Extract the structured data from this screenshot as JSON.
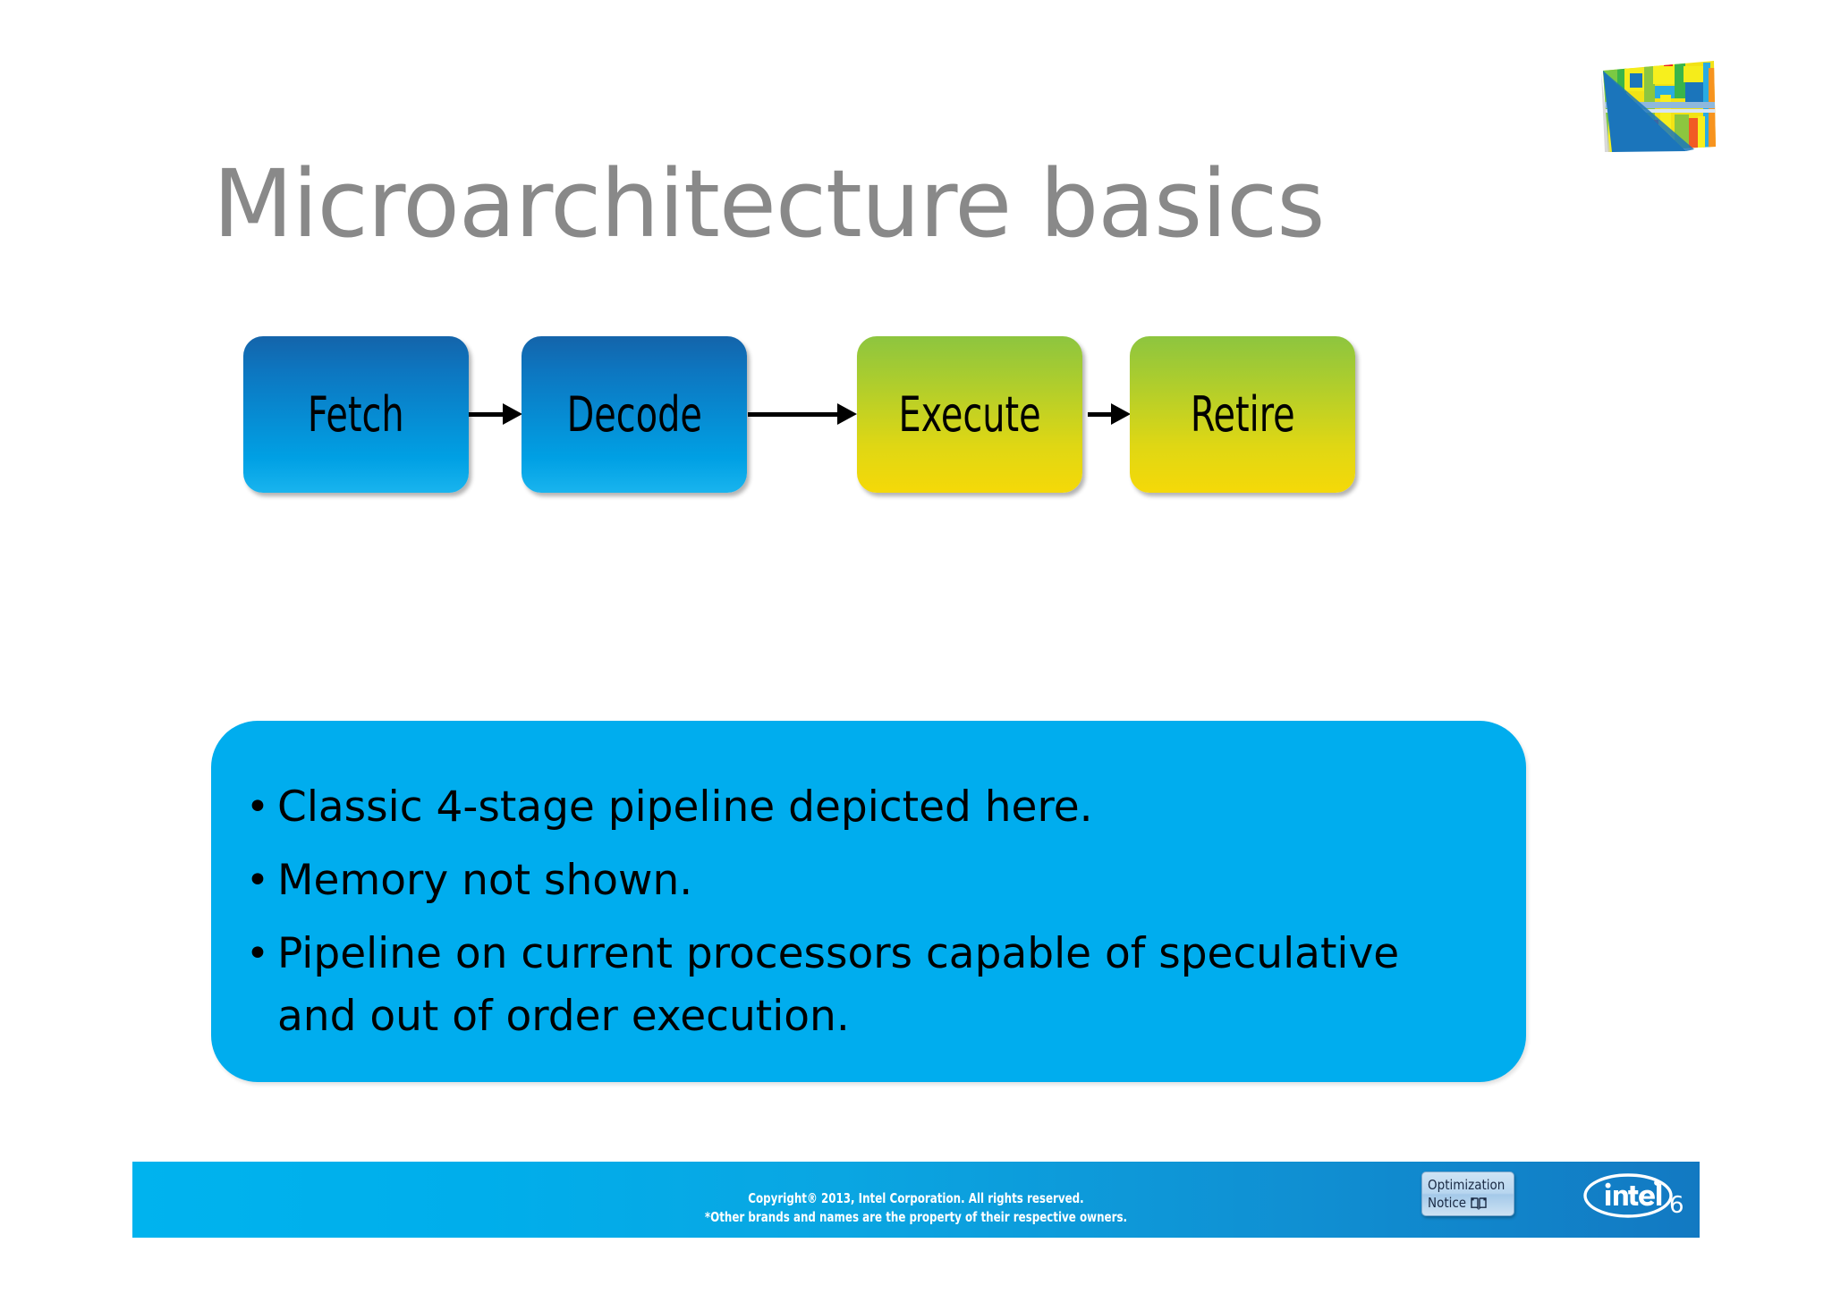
{
  "slide": {
    "title": "Microarchitecture basics",
    "page_number": "6"
  },
  "logo": {
    "corner_logo_name": "intel-circuit-corner-logo",
    "brand_label": "intel"
  },
  "pipeline": {
    "stages": [
      {
        "label": "Fetch",
        "color_group": "blue",
        "accent": "#0d76c0"
      },
      {
        "label": "Decode",
        "color_group": "blue",
        "accent": "#0d76c0"
      },
      {
        "label": "Execute",
        "color_group": "green",
        "accent": "#c5d228"
      },
      {
        "label": "Retire",
        "color_group": "green",
        "accent": "#c5d228"
      }
    ],
    "arrow_icon": "arrow-right-icon"
  },
  "content": {
    "panel_color": "#00adee",
    "bullet_glyph": "•",
    "bullets": [
      "Classic 4-stage pipeline depicted here.",
      "Memory not shown.",
      "Pipeline on current processors capable of speculative and out of order execution."
    ]
  },
  "footer": {
    "copyright_line1": "Copyright® 2013, Intel Corporation. All rights reserved.",
    "copyright_line2": "*Other brands and names are the property of their respective owners.",
    "optimization_notice_line1": "Optimization",
    "optimization_notice_line2": "Notice",
    "book_icon_name": "open-book-icon",
    "bar_gradient_from": "#00b3ee",
    "bar_gradient_to": "#1279c2"
  }
}
